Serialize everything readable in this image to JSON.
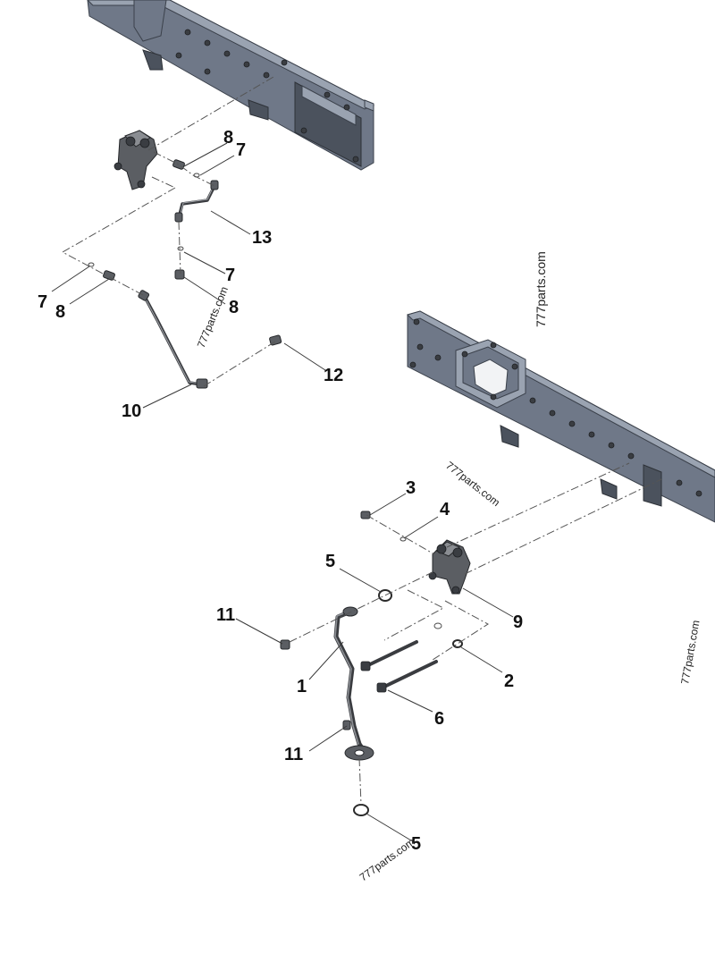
{
  "diagram": {
    "callouts": {
      "top_8a": "8",
      "top_7a": "7",
      "top_13": "13",
      "top_7b": "7",
      "top_8b": "8",
      "top_7c": "7",
      "top_8c": "8",
      "top_12": "12",
      "top_10": "10",
      "bot_3": "3",
      "bot_4": "4",
      "bot_5a": "5",
      "bot_9": "9",
      "bot_11a": "11",
      "bot_2": "2",
      "bot_1": "1",
      "bot_6": "6",
      "bot_11b": "11",
      "bot_5b": "5"
    },
    "watermarks": {
      "wm_top_diag": "777parts.com",
      "wm_right_vert": "777parts.com",
      "wm_mid": "777parts.com",
      "wm_right_lower": "777parts.com",
      "wm_bottom": "777parts.com"
    },
    "colors": {
      "rail": "#6f7888",
      "rail_highlight": "#9aa3b1",
      "hardware": "#3a3d42",
      "line": "#3a3a3a"
    }
  }
}
